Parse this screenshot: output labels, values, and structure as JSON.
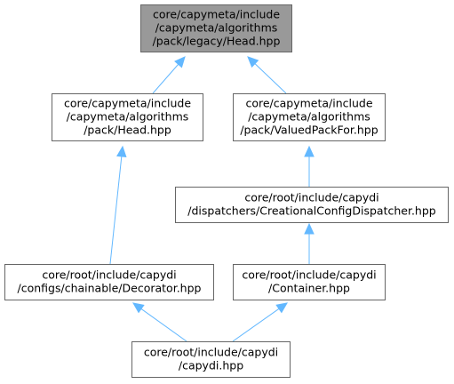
{
  "graph": {
    "nodes": [
      {
        "id": "legacy-head",
        "lines": [
          "core/capymeta/include",
          "/capymeta/algorithms",
          "/pack/legacy/Head.hpp"
        ],
        "highlighted": true
      },
      {
        "id": "pack-head",
        "lines": [
          "core/capymeta/include",
          "/capymeta/algorithms",
          "/pack/Head.hpp"
        ],
        "highlighted": false
      },
      {
        "id": "valued-pack-for",
        "lines": [
          "core/capymeta/include",
          "/capymeta/algorithms",
          "/pack/ValuedPackFor.hpp"
        ],
        "highlighted": false
      },
      {
        "id": "creational-config-dispatcher",
        "lines": [
          "core/root/include/capydi",
          "/dispatchers/CreationalConfigDispatcher.hpp"
        ],
        "highlighted": false
      },
      {
        "id": "decorator",
        "lines": [
          "core/root/include/capydi",
          "/configs/chainable/Decorator.hpp"
        ],
        "highlighted": false
      },
      {
        "id": "container",
        "lines": [
          "core/root/include/capydi",
          "/Container.hpp"
        ],
        "highlighted": false
      },
      {
        "id": "capydi",
        "lines": [
          "core/root/include/capydi",
          "/capydi.hpp"
        ],
        "highlighted": false
      }
    ],
    "edges": [
      {
        "from": "pack-head",
        "to": "legacy-head"
      },
      {
        "from": "valued-pack-for",
        "to": "legacy-head"
      },
      {
        "from": "decorator",
        "to": "pack-head"
      },
      {
        "from": "creational-config-dispatcher",
        "to": "valued-pack-for"
      },
      {
        "from": "container",
        "to": "creational-config-dispatcher"
      },
      {
        "from": "capydi",
        "to": "decorator"
      },
      {
        "from": "capydi",
        "to": "container"
      }
    ],
    "colors": {
      "highlighted_fill": "#999999",
      "node_fill": "#ffffff",
      "node_border": "#666666",
      "edge": "#63b8ff"
    }
  }
}
